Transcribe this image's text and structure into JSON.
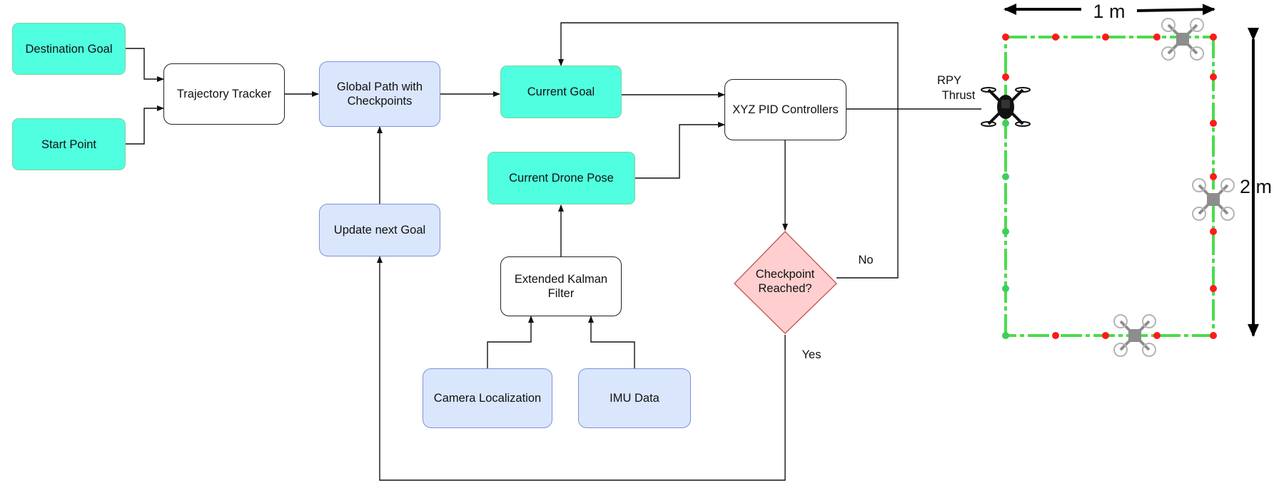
{
  "nodes": {
    "destination_goal": "Destination Goal",
    "start_point": "Start Point",
    "trajectory_tracker": "Trajectory Tracker",
    "global_path": "Global Path with Checkpoints",
    "update_next_goal": "Update next Goal",
    "current_goal": "Current Goal",
    "current_drone_pose": "Current Drone Pose",
    "ekf": "Extended Kalman Filter",
    "camera_localization": "Camera Localization",
    "imu_data": "IMU Data",
    "xyz_pid": "XYZ PID Controllers",
    "checkpoint_reached": "Checkpoint Reached?"
  },
  "labels": {
    "no": "No",
    "yes": "Yes",
    "rpy": "RPY",
    "thrust": "Thrust"
  },
  "track": {
    "width_label": "1 m",
    "height_label": "2 m"
  },
  "colors": {
    "goal_node": "#50ffdf",
    "process_node": "#dae6fc",
    "decision_node": "#ffcfcf",
    "path_line": "#4cdc4c",
    "checkpoint_pending": "#ff1a1a",
    "checkpoint_done": "#3fce5c"
  }
}
